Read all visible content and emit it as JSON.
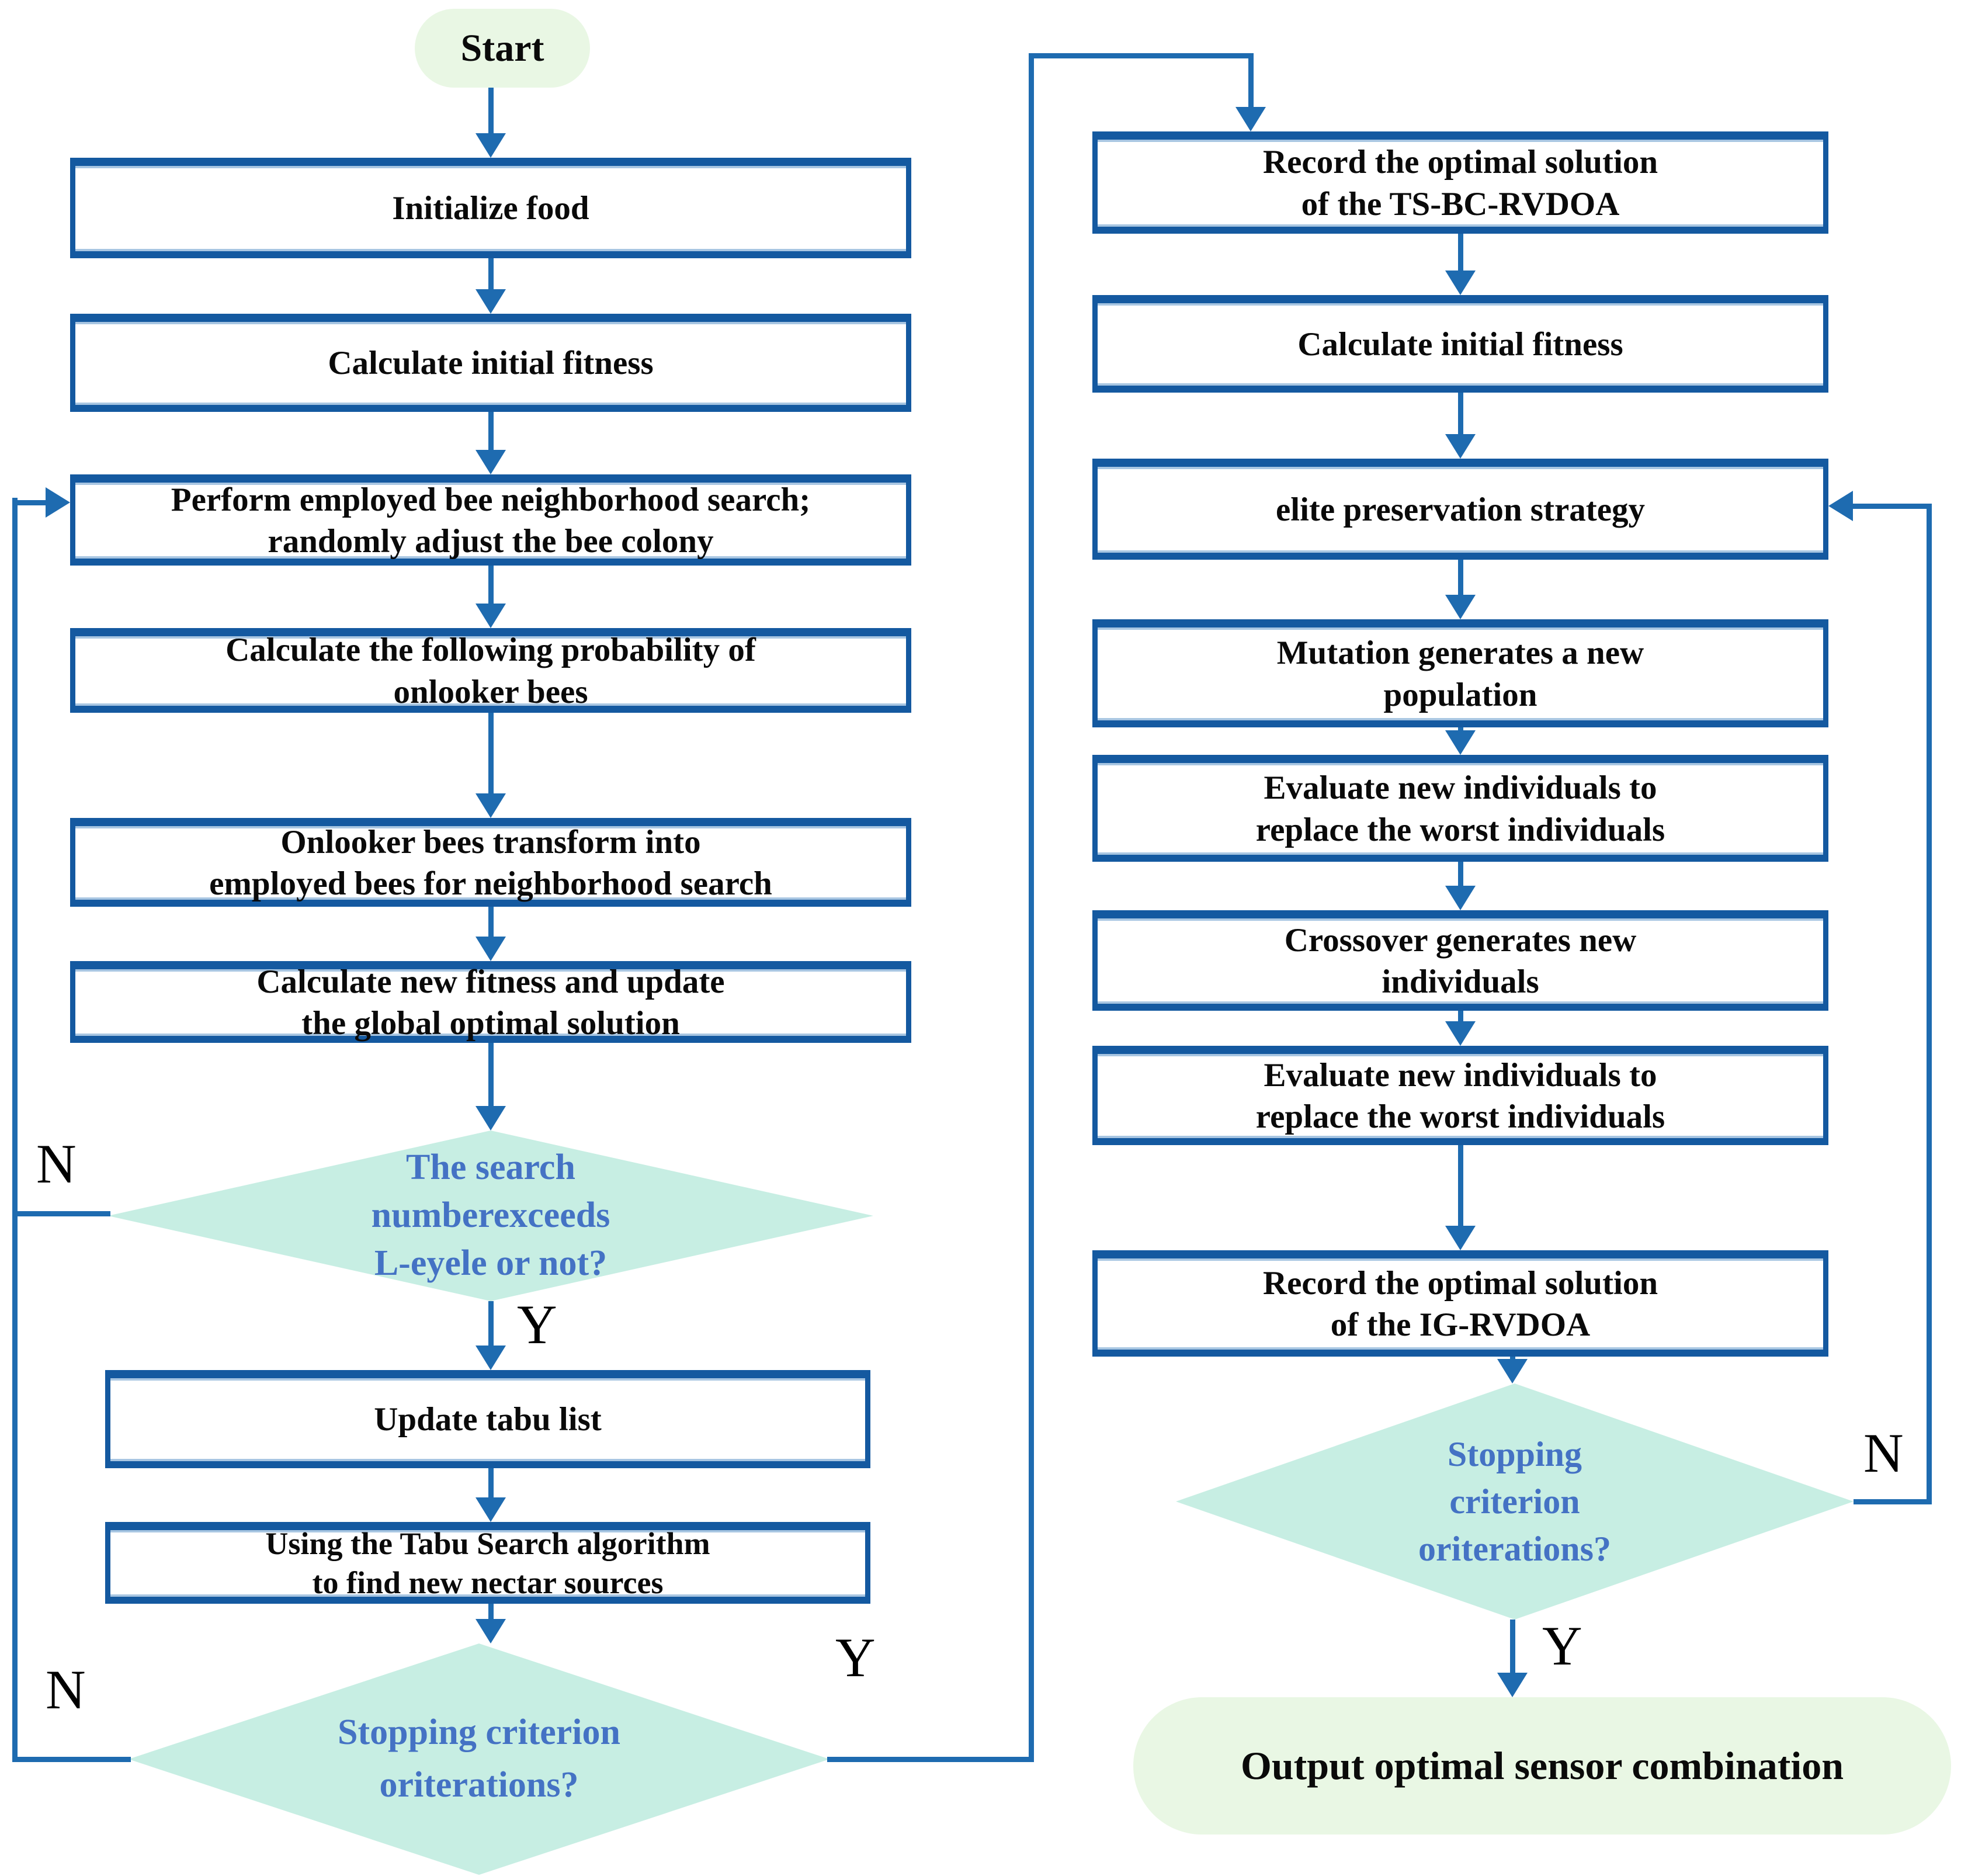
{
  "figure": {
    "type": "flowchart"
  },
  "colors": {
    "box_border": "#1459a0",
    "arrow": "#1e6bb0",
    "diamond_fill": "#c7eee3",
    "diamond_text": "#4472c4",
    "terminal_fill": "#e9f7e4",
    "box_fill": "#ffffff",
    "text": "#0a0a0a"
  },
  "labels": {
    "yes": "Y",
    "no": "N"
  },
  "left_column": {
    "start": "Start",
    "initialize_food": "Initialize food",
    "calc_initial_fitness": "Calculate initial fitness",
    "employed_bee_search": "Perform employed bee neighborhood search;\nrandomly adjust the bee colony",
    "onlooker_probability": "Calculate the following probability of\nonlooker bees",
    "onlooker_transform": "Onlooker bees transform into\nemployed bees for neighborhood search",
    "calc_new_fitness": "Calculate new fitness and update\nthe global optimal solution",
    "search_exceeds_decision": "The search\nnumberexceeds\nL-eyele or not?",
    "update_tabu_list": "Update tabu list",
    "tabu_search": "Using the Tabu Search algorithm\nto find new nectar sources",
    "stopping_decision": "Stopping criterion\noriterations?"
  },
  "right_column": {
    "record_tsbc": "Record the optimal solution\nof the TS-BC-RVDOA",
    "calc_initial_fitness": "Calculate initial fitness",
    "elite_preservation": "elite preservation strategy",
    "mutation": "Mutation generates a new\npopulation",
    "evaluate_1": "Evaluate new individuals to\nreplace the worst individuals",
    "crossover": "Crossover generates new\nindividuals",
    "evaluate_2": "Evaluate new individuals to\nreplace the worst individuals",
    "record_ig": "Record the optimal solution\nof the IG-RVDOA",
    "stopping_decision": "Stopping\ncriterion\noriterations?",
    "output": "Output optimal sensor combination"
  }
}
